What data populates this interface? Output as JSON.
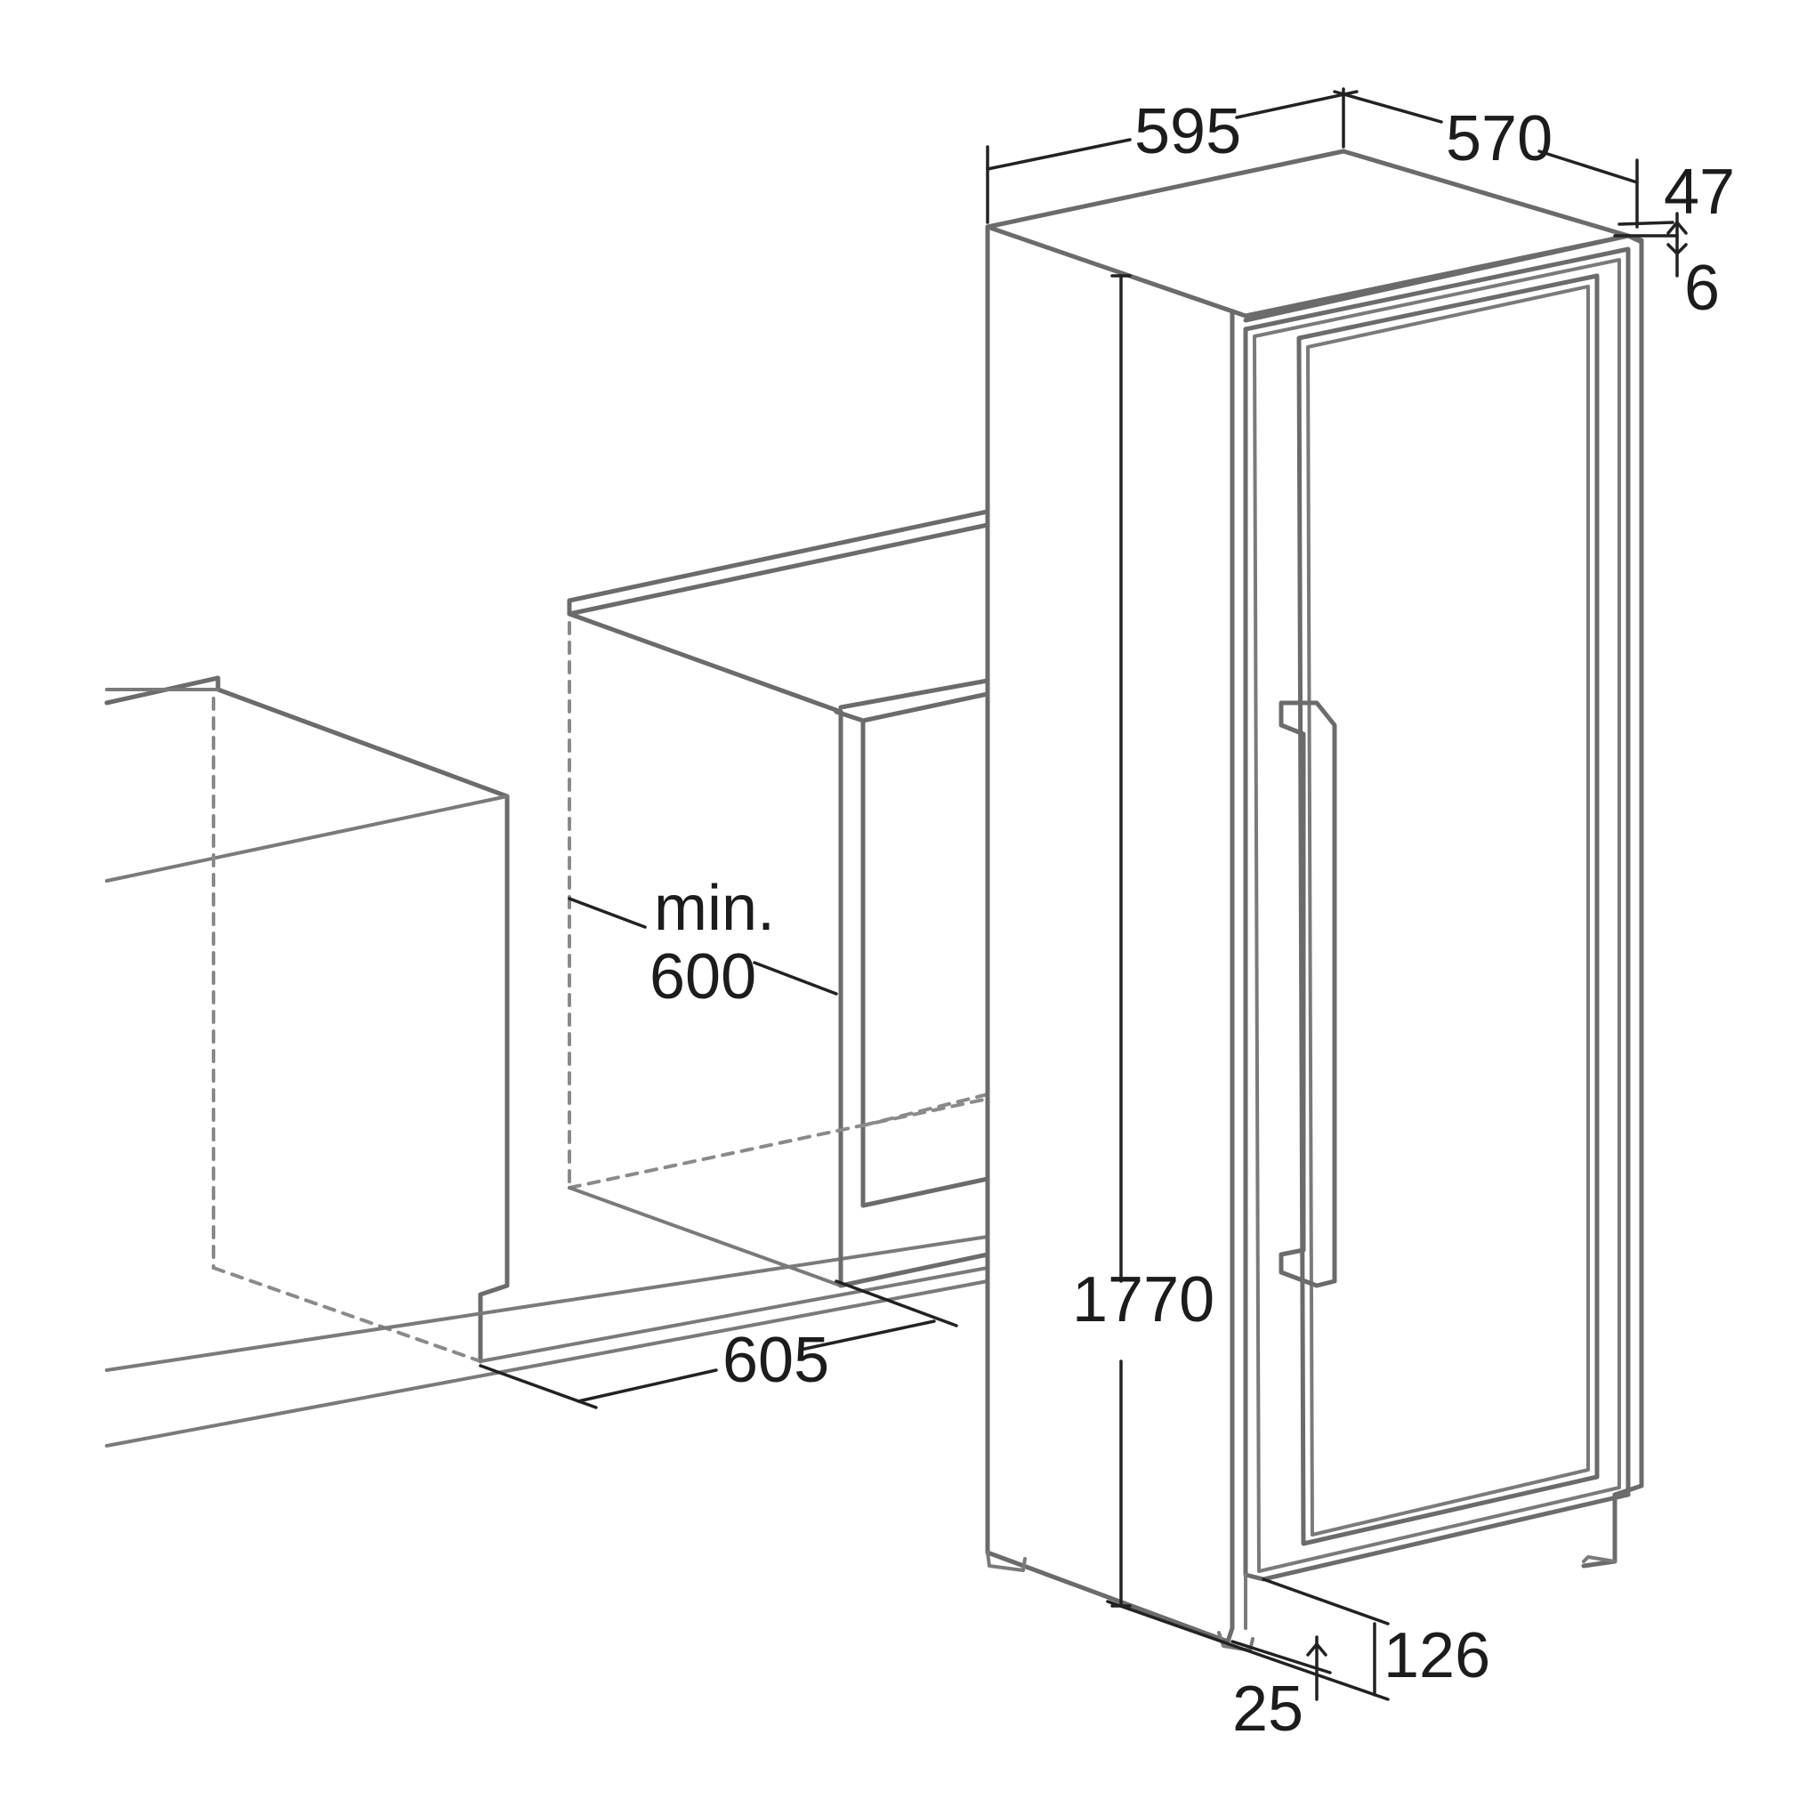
{
  "colors": {
    "outline": "#6b6b6b",
    "dimension": "#222222",
    "background": "#ffffff"
  },
  "dimensions": {
    "width": "595",
    "depth": "570",
    "door_offset": "47",
    "door_gap": "6",
    "height": "1770",
    "plinth_height": "126",
    "foot_height": "25",
    "niche_depth": "605",
    "min_label": "min.",
    "min_value": "600"
  }
}
